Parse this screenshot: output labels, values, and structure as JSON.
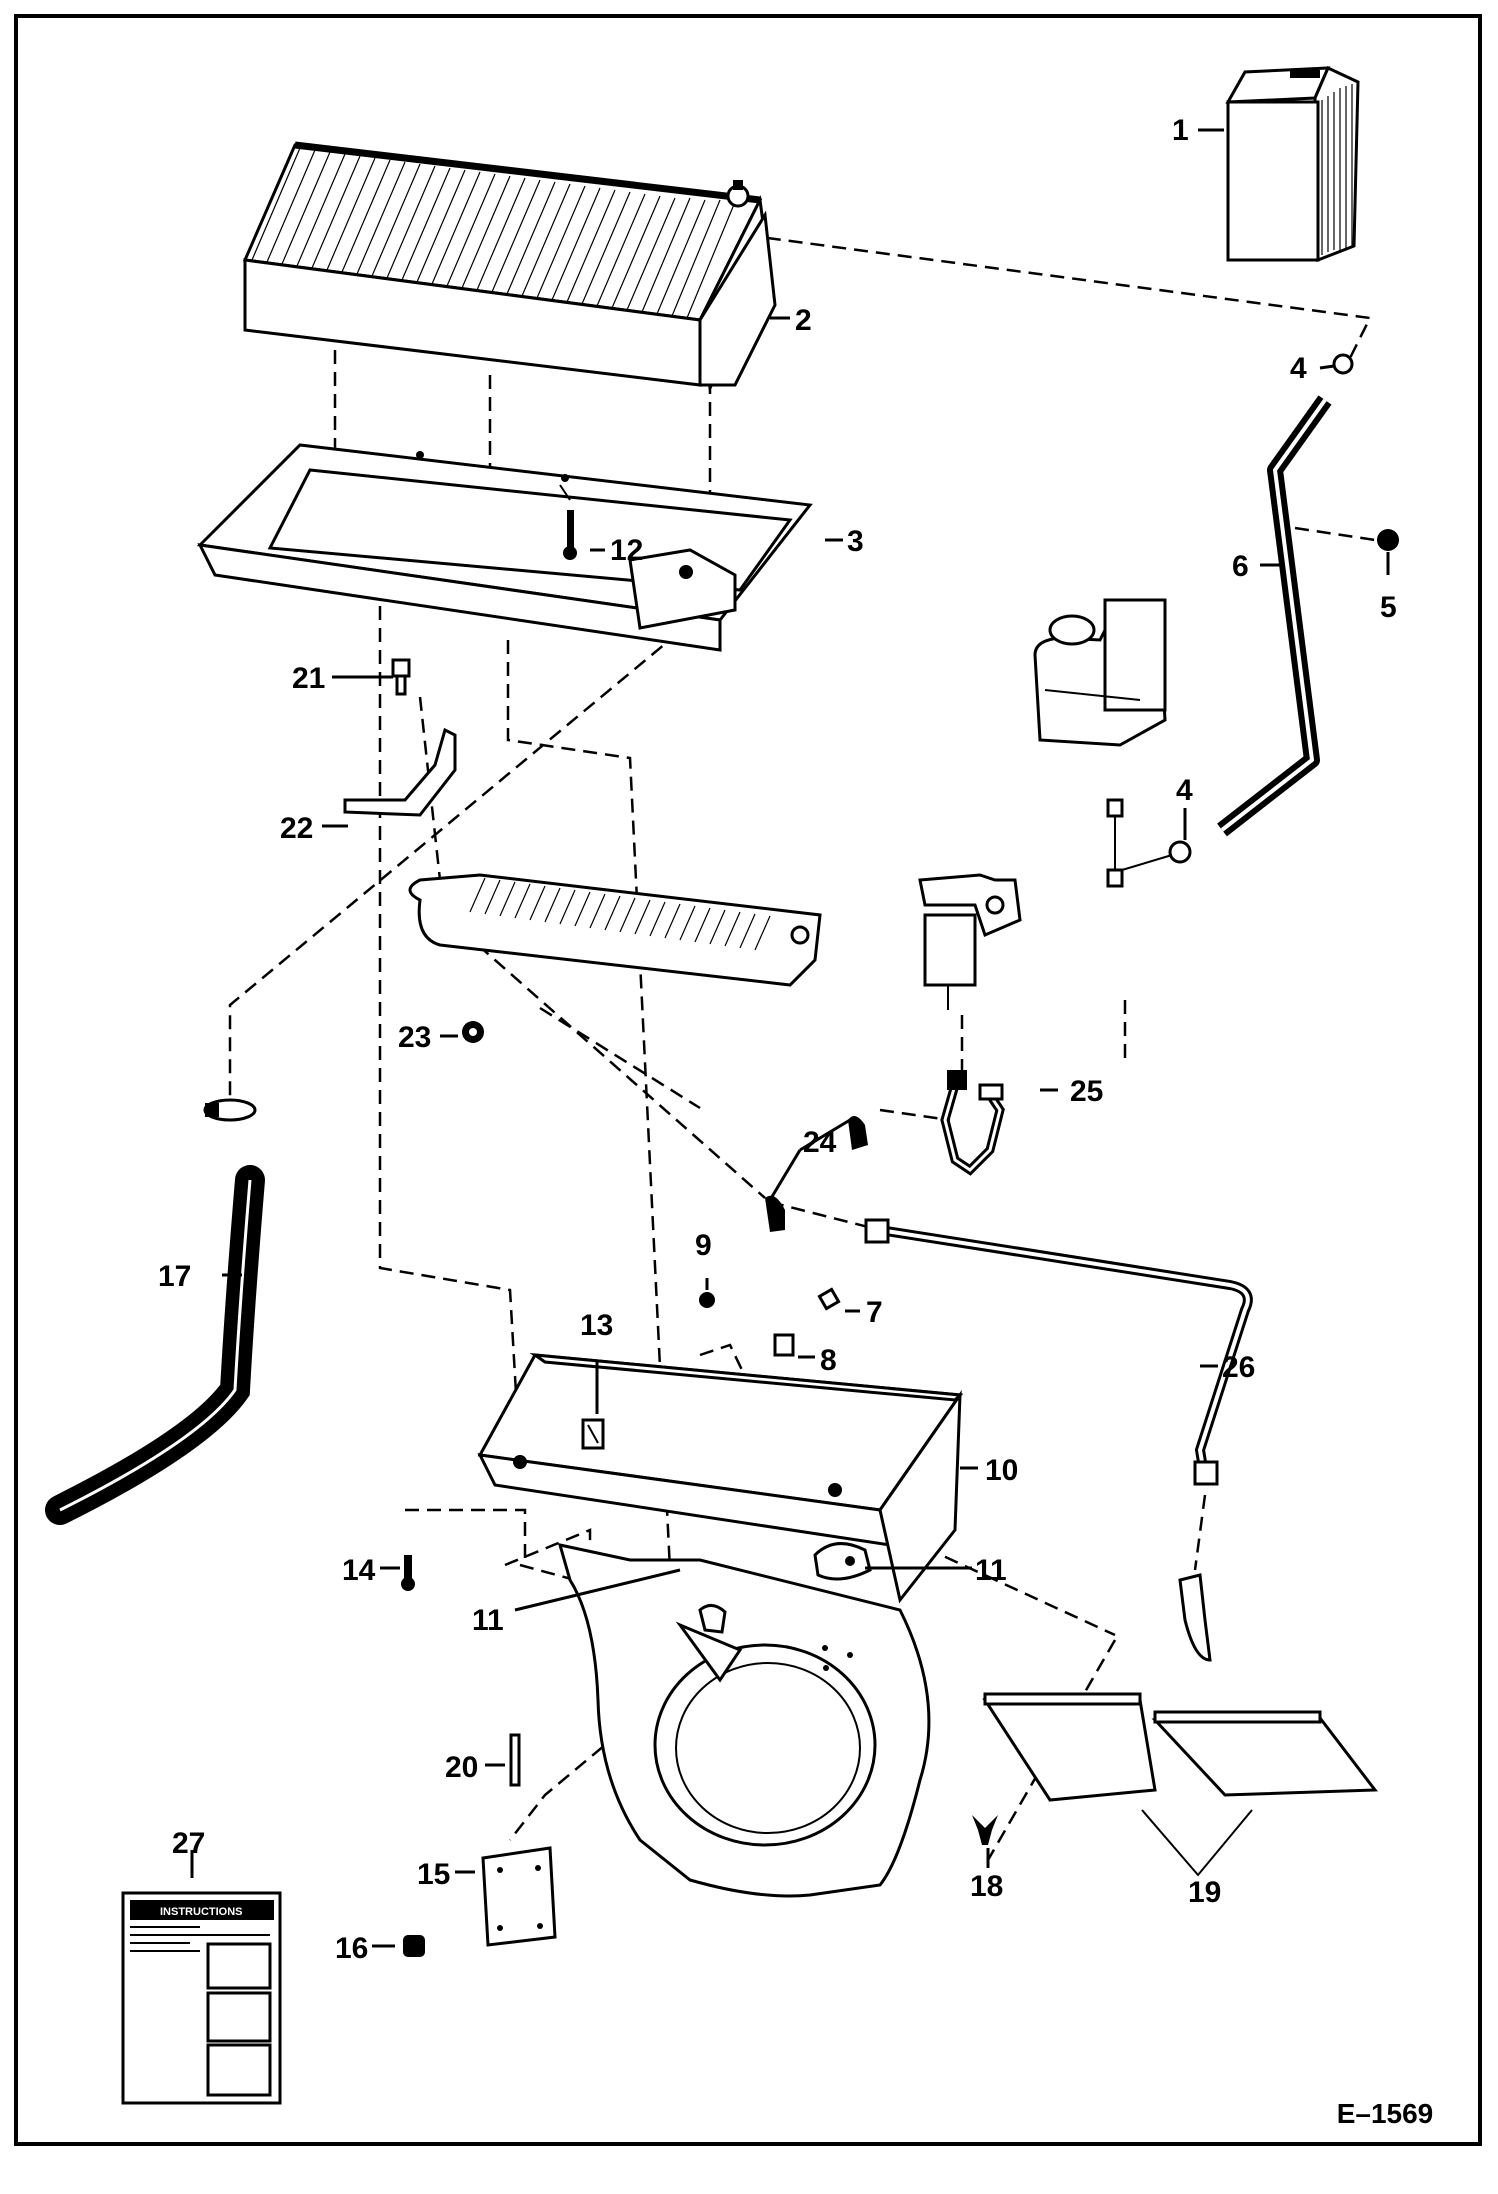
{
  "reference_code": "E–1569",
  "callouts": {
    "c1": "1",
    "c2": "2",
    "c3": "3",
    "c4a": "4",
    "c4b": "4",
    "c5": "5",
    "c6": "6",
    "c7": "7",
    "c8": "8",
    "c9": "9",
    "c10": "10",
    "c11a": "11",
    "c11b": "11",
    "c12": "12",
    "c13": "13",
    "c14": "14",
    "c15": "15",
    "c16": "16",
    "c17": "17",
    "c18": "18",
    "c19": "19",
    "c20": "20",
    "c21": "21",
    "c22": "22",
    "c23": "23",
    "c24": "24",
    "c25": "25",
    "c26": "26",
    "c27": "27"
  },
  "decal": {
    "heading": "INSTRUCTIONS"
  }
}
